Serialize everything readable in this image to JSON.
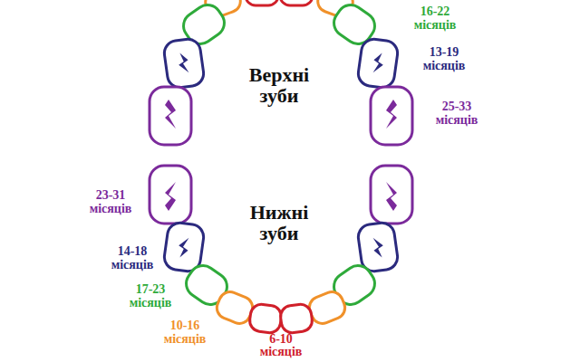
{
  "diagram": {
    "labels": [
      "16-22 місяців",
      "13-19 місяців",
      "Верхні зуби",
      "25-33 місяців",
      "23-31 місяців",
      "Нижні зуби",
      "14-18 місяців",
      "17-23 місяців",
      "10-16 місяців",
      "6-10 місяців"
    ]
  }
}
